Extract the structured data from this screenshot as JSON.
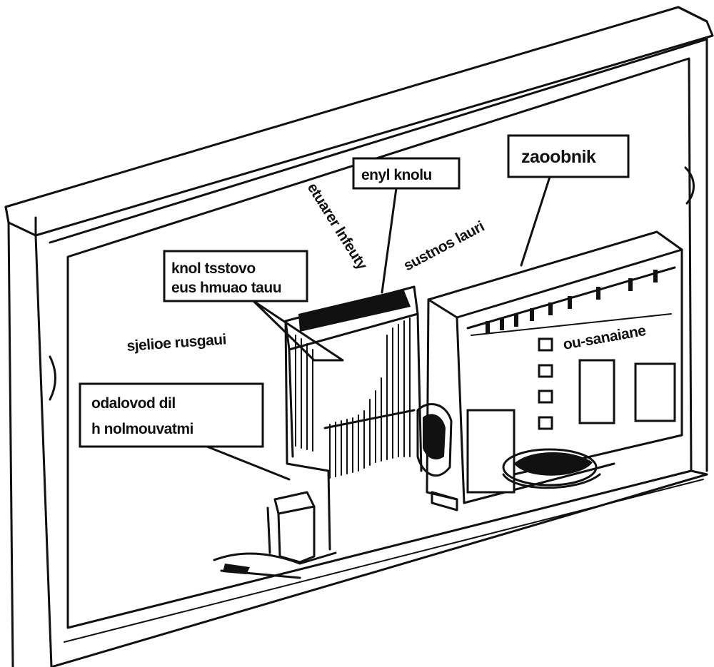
{
  "diagram": {
    "colors": {
      "ink": "#111111",
      "paper": "#ffffff"
    },
    "labels": {
      "zasobnik": "zaoobnik",
      "top_small": "enyl knolu",
      "knot": {
        "line1": "knol tsstovo",
        "line2": "eus hmuao tauu"
      },
      "ornamental": {
        "line1": "odalovod dil",
        "line2": "h nolmouvatmi"
      },
      "left_side": "sjelioe rusgaui",
      "curved_top": "etuarer lnfeuty",
      "diagonal": "sustnos lauri",
      "register_label": "ou-sanaiane"
    }
  }
}
